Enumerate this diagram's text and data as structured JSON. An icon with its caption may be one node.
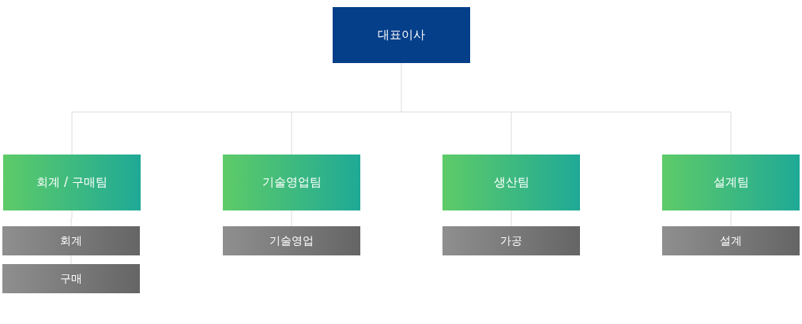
{
  "diagram": {
    "nodes": [
      {
        "text": [
          "대표이사"
        ]
      },
      {
        "text": [
          "회계 / 구매팀"
        ]
      },
      {
        "text": [
          "기술영업팀"
        ]
      },
      {
        "text": [
          "생산팀"
        ]
      },
      {
        "text": [
          "설계팀"
        ]
      },
      {
        "text": [
          "회계"
        ]
      },
      {
        "text": [
          "구매"
        ]
      },
      {
        "text": [
          "기술영업"
        ]
      },
      {
        "text": [
          "가공"
        ]
      },
      {
        "text": [
          "설계"
        ]
      }
    ],
    "edges": [
      {
        "from": 0,
        "to": 1,
        "arrow": "none"
      },
      {
        "from": 0,
        "to": 2,
        "arrow": "none"
      },
      {
        "from": 0,
        "to": 3,
        "arrow": "none"
      },
      {
        "from": 0,
        "to": 4,
        "arrow": "none"
      },
      {
        "from": 1,
        "to": 5,
        "arrow": "none"
      },
      {
        "from": 5,
        "to": 6,
        "arrow": "none"
      },
      {
        "from": 2,
        "to": 7,
        "arrow": "none"
      },
      {
        "from": 3,
        "to": 8,
        "arrow": "none"
      },
      {
        "from": 4,
        "to": 9,
        "arrow": "none"
      }
    ]
  }
}
